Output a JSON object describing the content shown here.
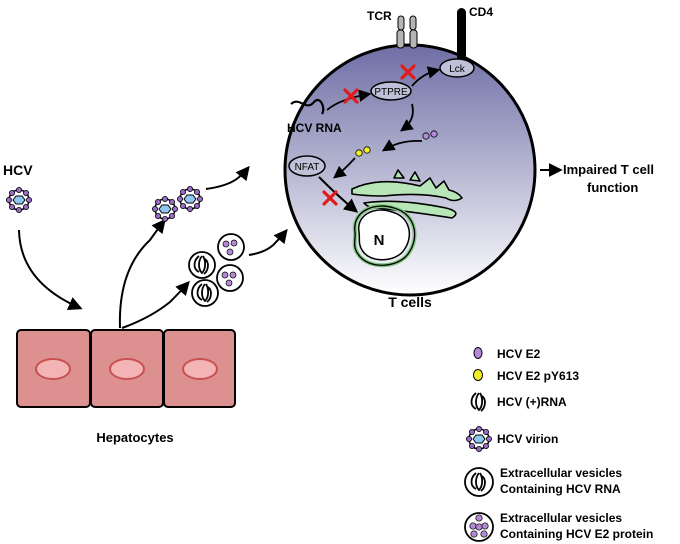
{
  "labels": {
    "tcr": "TCR",
    "cd4": "CD4",
    "lck": "Lck",
    "ptpre": "PTPRE",
    "hcv_rna": "HCV RNA",
    "nfat": "NFAT",
    "nucleus": "N",
    "t_cells": "T cells",
    "hcv": "HCV",
    "hepatocytes": "Hepatocytes",
    "outcome_line1": "Impaired T cell",
    "outcome_line2": "function"
  },
  "legend": [
    {
      "key": "e2",
      "label": "HCV E2"
    },
    {
      "key": "e2_py",
      "label": "HCV E2 pY613"
    },
    {
      "key": "rna",
      "label": "HCV (+)RNA"
    },
    {
      "key": "virion",
      "label": "HCV virion"
    },
    {
      "key": "ev_rna",
      "label_line1": "Extracellular vesicles",
      "label_line2": "Containing HCV RNA"
    },
    {
      "key": "ev_e2",
      "label_line1": "Extracellular vesicles",
      "label_line2": "Containing HCV E2 protein"
    }
  ],
  "colors": {
    "hepatocyte_fill": "#dc9090",
    "hepatocyte_nucleus": "#f2b4b4",
    "cell_gradient_top": "#6e6ea6",
    "cell_gradient_bottom": "#ffffff",
    "er_fill": "#b8e6b8",
    "e2_purple": "#b48ad8",
    "py613_yellow": "#f4ef22",
    "inhibit_red": "#e01b1b",
    "virion_core": "#8fc7ef"
  }
}
